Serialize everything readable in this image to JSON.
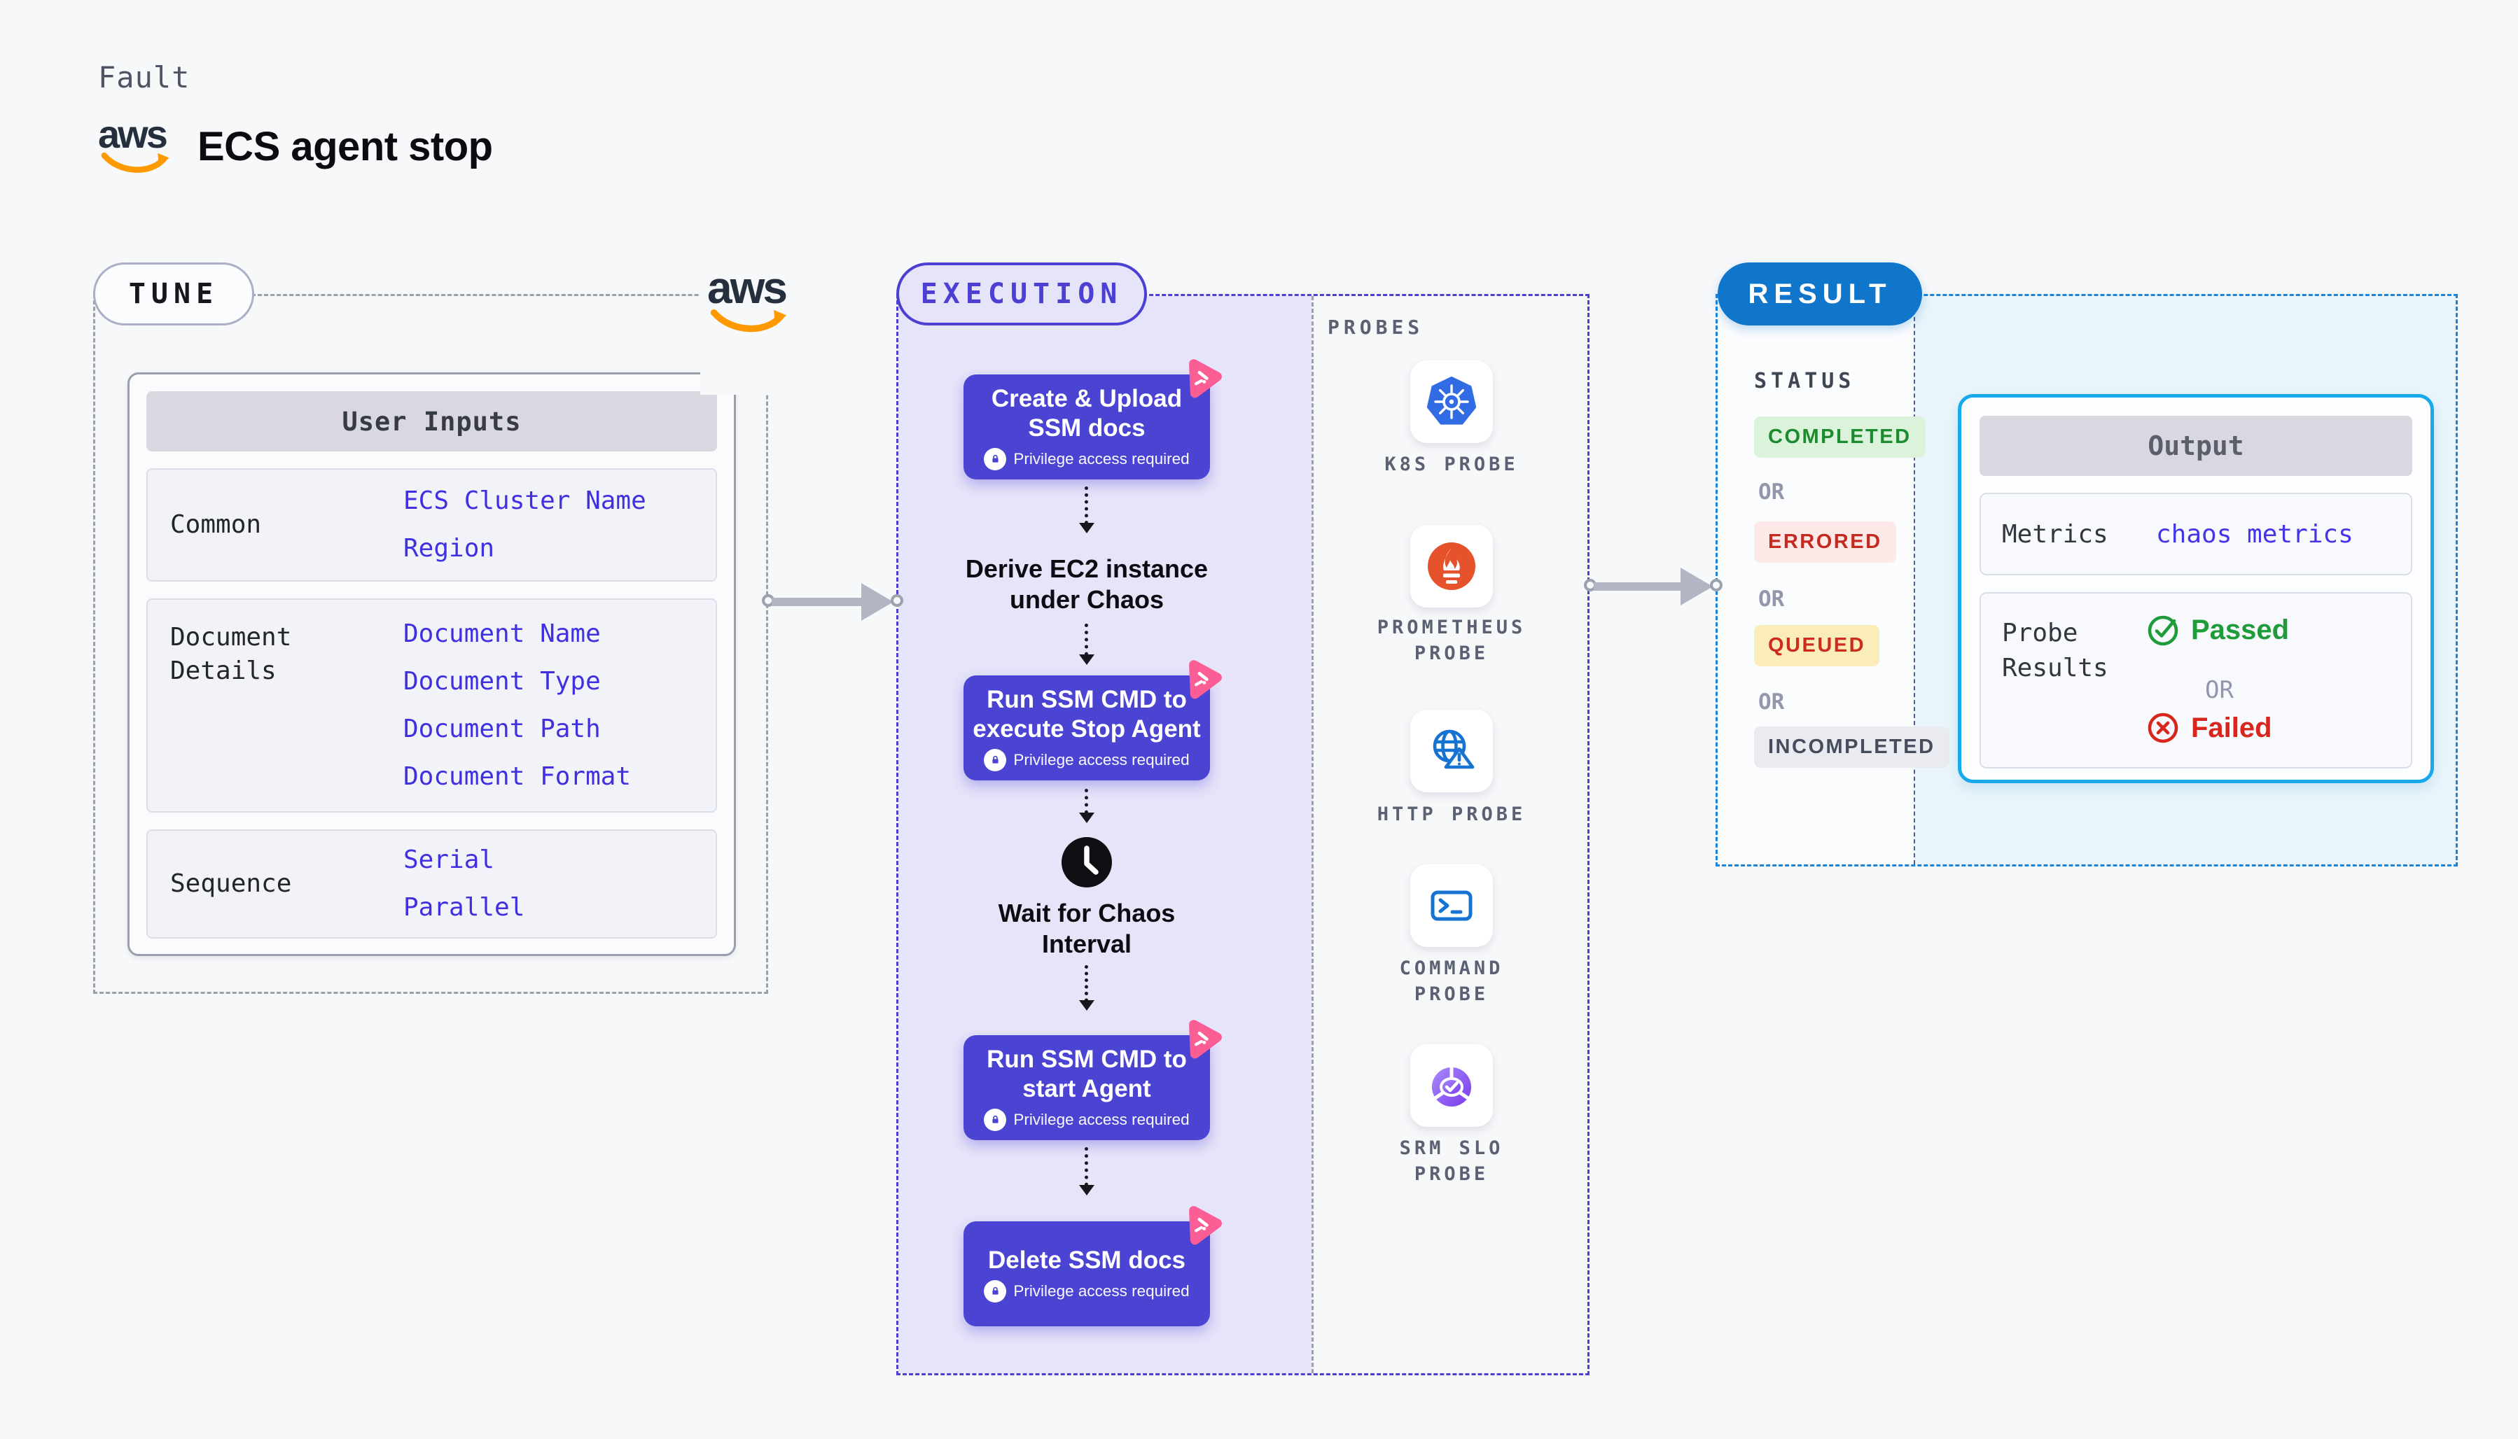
{
  "header": {
    "eyebrow": "Fault",
    "aws_label": "aws",
    "title": "ECS agent stop"
  },
  "tune": {
    "label": "TUNE",
    "aws_label": "aws",
    "table": {
      "header": "User Inputs",
      "rows": [
        {
          "label": "Common",
          "values": [
            "ECS Cluster Name",
            "Region"
          ]
        },
        {
          "label": "Document Details",
          "values": [
            "Document Name",
            "Document Type",
            "Document Path",
            "Document Format"
          ]
        },
        {
          "label": "Sequence",
          "values": [
            "Serial",
            "Parallel"
          ]
        }
      ]
    }
  },
  "execution": {
    "label": "EXECUTION",
    "flow": [
      {
        "type": "task",
        "line1": "Create & Upload",
        "line2": "SSM docs",
        "privilege": "Privilege access required"
      },
      {
        "type": "note",
        "line1": "Derive EC2 instance",
        "line2": "under Chaos"
      },
      {
        "type": "task",
        "line1": "Run SSM CMD to",
        "line2": "execute Stop Agent",
        "privilege": "Privilege access required"
      },
      {
        "type": "wait",
        "line1": "Wait for Chaos",
        "line2": "Interval"
      },
      {
        "type": "task",
        "line1": "Run SSM CMD to",
        "line2": "start Agent",
        "privilege": "Privilege access required"
      },
      {
        "type": "task",
        "line1": "Delete SSM docs",
        "privilege": "Privilege access required"
      }
    ],
    "probes": {
      "label": "PROBES",
      "items": [
        {
          "icon": "kubernetes-icon",
          "lines": [
            "K8S PROBE"
          ]
        },
        {
          "icon": "prometheus-icon",
          "lines": [
            "PROMETHEUS",
            "PROBE"
          ]
        },
        {
          "icon": "http-globe-icon",
          "lines": [
            "HTTP PROBE"
          ]
        },
        {
          "icon": "terminal-icon",
          "lines": [
            "COMMAND",
            "PROBE"
          ]
        },
        {
          "icon": "slo-pie-icon",
          "lines": [
            "SRM SLO",
            "PROBE"
          ]
        }
      ]
    }
  },
  "result": {
    "label": "RESULT",
    "status": {
      "label": "STATUS",
      "or": "OR",
      "badges": [
        {
          "text": "COMPLETED",
          "bg": "#DCF3DB",
          "color": "#1C8A2F"
        },
        {
          "text": "ERRORED",
          "bg": "#FCE9E8",
          "color": "#C42A20"
        },
        {
          "text": "QUEUED",
          "bg": "#FBEDB9",
          "color": "#CC2B1E"
        },
        {
          "text": "INCOMPLETED",
          "bg": "#EAEBF1",
          "color": "#454C5C"
        }
      ]
    },
    "output": {
      "header": "Output",
      "metrics_label": "Metrics",
      "metrics_value": "chaos metrics",
      "probe_label_line1": "Probe",
      "probe_label_line2": "Results",
      "passed": "Passed",
      "or": "OR",
      "failed": "Failed"
    }
  },
  "colors": {
    "page_bg": "#F7F8FA",
    "indigo": "#4B40D2",
    "task_box": "#4B44D3",
    "lavender": "#E6E4F9",
    "pink_badge": "#FB5D95",
    "aws_dark": "#252F3E",
    "aws_orange": "#FF9900",
    "value_blue": "#3F31E0",
    "result_blue": "#0F76CC",
    "result_dash": "#1B84D8",
    "output_border": "#17A9E9",
    "cyan_bg": "#E9F5FB",
    "green": "#1E9C39",
    "red": "#D7261D",
    "k8s_blue": "#326CE5",
    "prometheus_orange": "#E6522C",
    "probe_icon_blue": "#1673D2",
    "srm_purple": "#7C3AED"
  }
}
